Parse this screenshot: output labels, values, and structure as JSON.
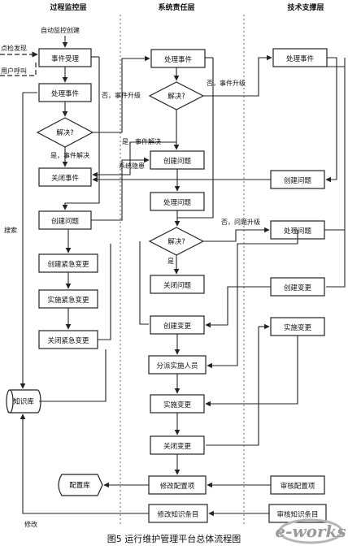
{
  "lanes": {
    "left": "过程监控层",
    "middle": "系统责任层",
    "right": "技术支撑层"
  },
  "boxes": {
    "incident_accept": "事件受理",
    "handle_incident_l": "处理事件",
    "close_incident": "关闭事件",
    "create_problem_l": "创建问题",
    "create_emergency_change": "创建紧急变更",
    "implement_emergency_change": "实施紧急变更",
    "close_emergency_change": "关闭紧急变更",
    "handle_incident_m": "处理事件",
    "create_problem_m": "创建问题",
    "handle_problem_m": "处理问题",
    "close_problem": "关闭问题",
    "create_change_m": "创建变更",
    "assign_implementer": "分派实施人员",
    "implement_change_m": "实施变更",
    "close_change": "关闭变更",
    "modify_config_item": "修改配置项",
    "modify_knowledge_item": "修改知识条目",
    "handle_incident_r": "处理事件",
    "create_problem_r": "创建问题",
    "handle_problem_r": "处理问题",
    "create_change_r": "创建变更",
    "implement_change_r": "实施变更",
    "review_config_item": "审核配置项",
    "review_knowledge_item": "审核知识条目",
    "cmdb": "配置库",
    "knowledge_base": "知识库"
  },
  "decisions": {
    "resolved_l": "解决?",
    "resolved_m1": "解决?",
    "resolved_m2": "解决?"
  },
  "labels": {
    "auto_monitor": "自动监控创建",
    "spot_check": "点检发现",
    "user_call": "用户呼叫",
    "no_escalate_l": "否，事件升级",
    "yes_resolve_l": "是，事件解决",
    "yes_resolve_m": "是，事件解决",
    "system_hazard": "系统隐患",
    "no_escalate_m": "否，事件升级",
    "no_problem_escalate": "否，问题升级",
    "yes_m2": "是",
    "search": "搜索",
    "modify": "修改"
  },
  "caption": "图5   运行维护管理平台总体流程图",
  "watermark": "e-works"
}
